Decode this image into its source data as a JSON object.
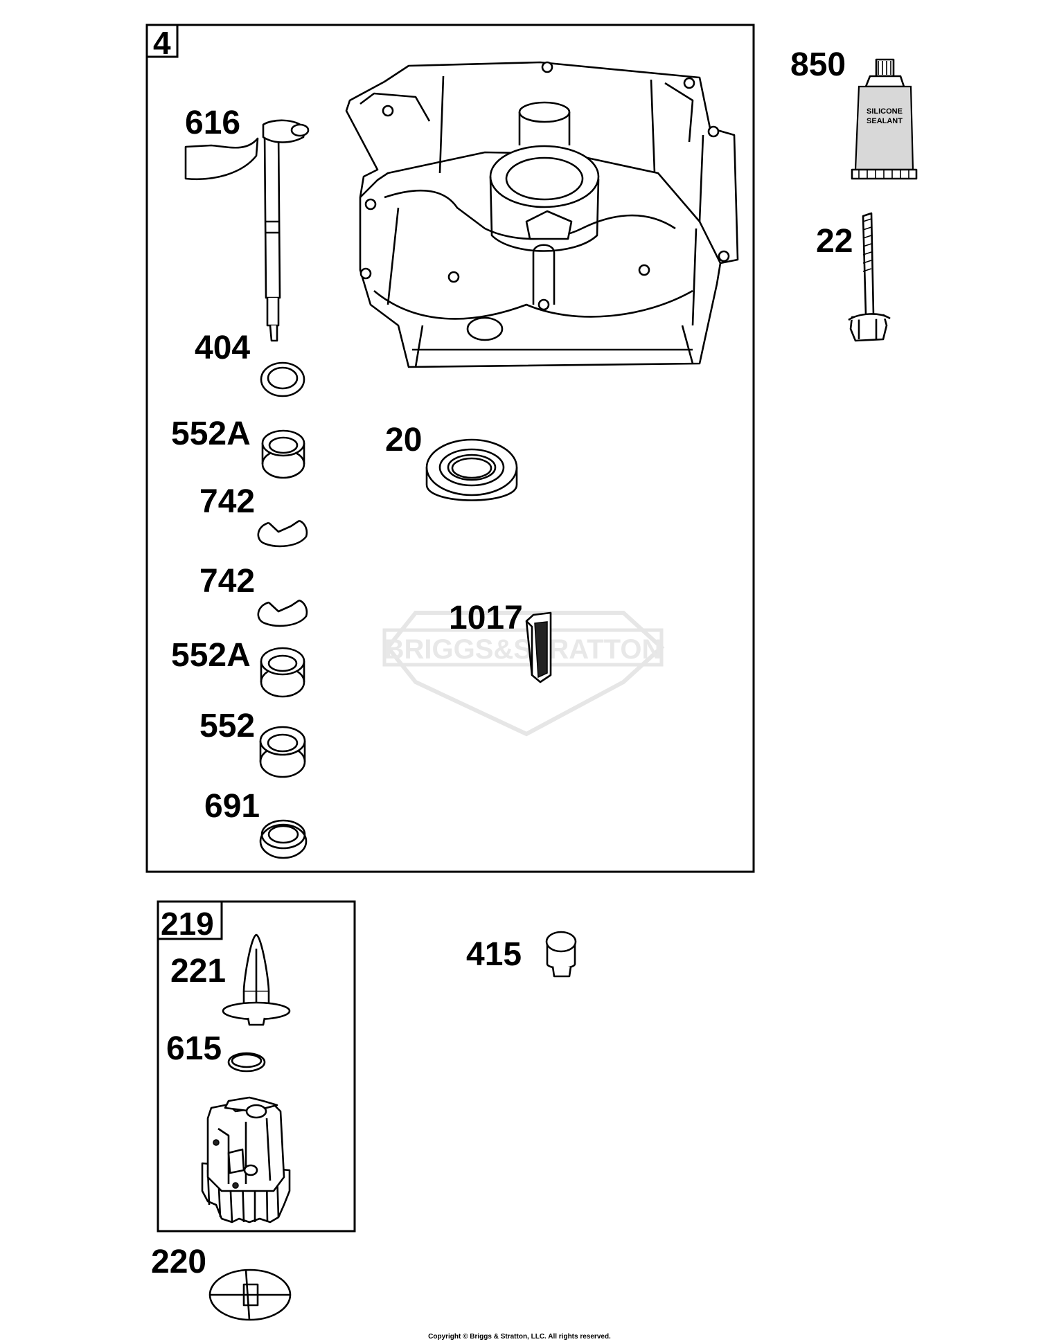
{
  "boxes": {
    "main": {
      "label": "4"
    },
    "governor": {
      "label": "219"
    }
  },
  "callouts": {
    "c616": "616",
    "c404": "404",
    "c552a_1": "552A",
    "c742_1": "742",
    "c742_2": "742",
    "c552a_2": "552A",
    "c552": "552",
    "c691": "691",
    "c20": "20",
    "c1017": "1017",
    "c850": "850",
    "c22": "22",
    "c221": "221",
    "c615": "615",
    "c415": "415",
    "c220": "220"
  },
  "sealant_tube": {
    "line1": "SILICONE",
    "line2": "SEALANT"
  },
  "watermark": {
    "text": "BRIGGS&STRATTON"
  },
  "copyright": "Copyright © Briggs & Stratton, LLC. All rights reserved."
}
